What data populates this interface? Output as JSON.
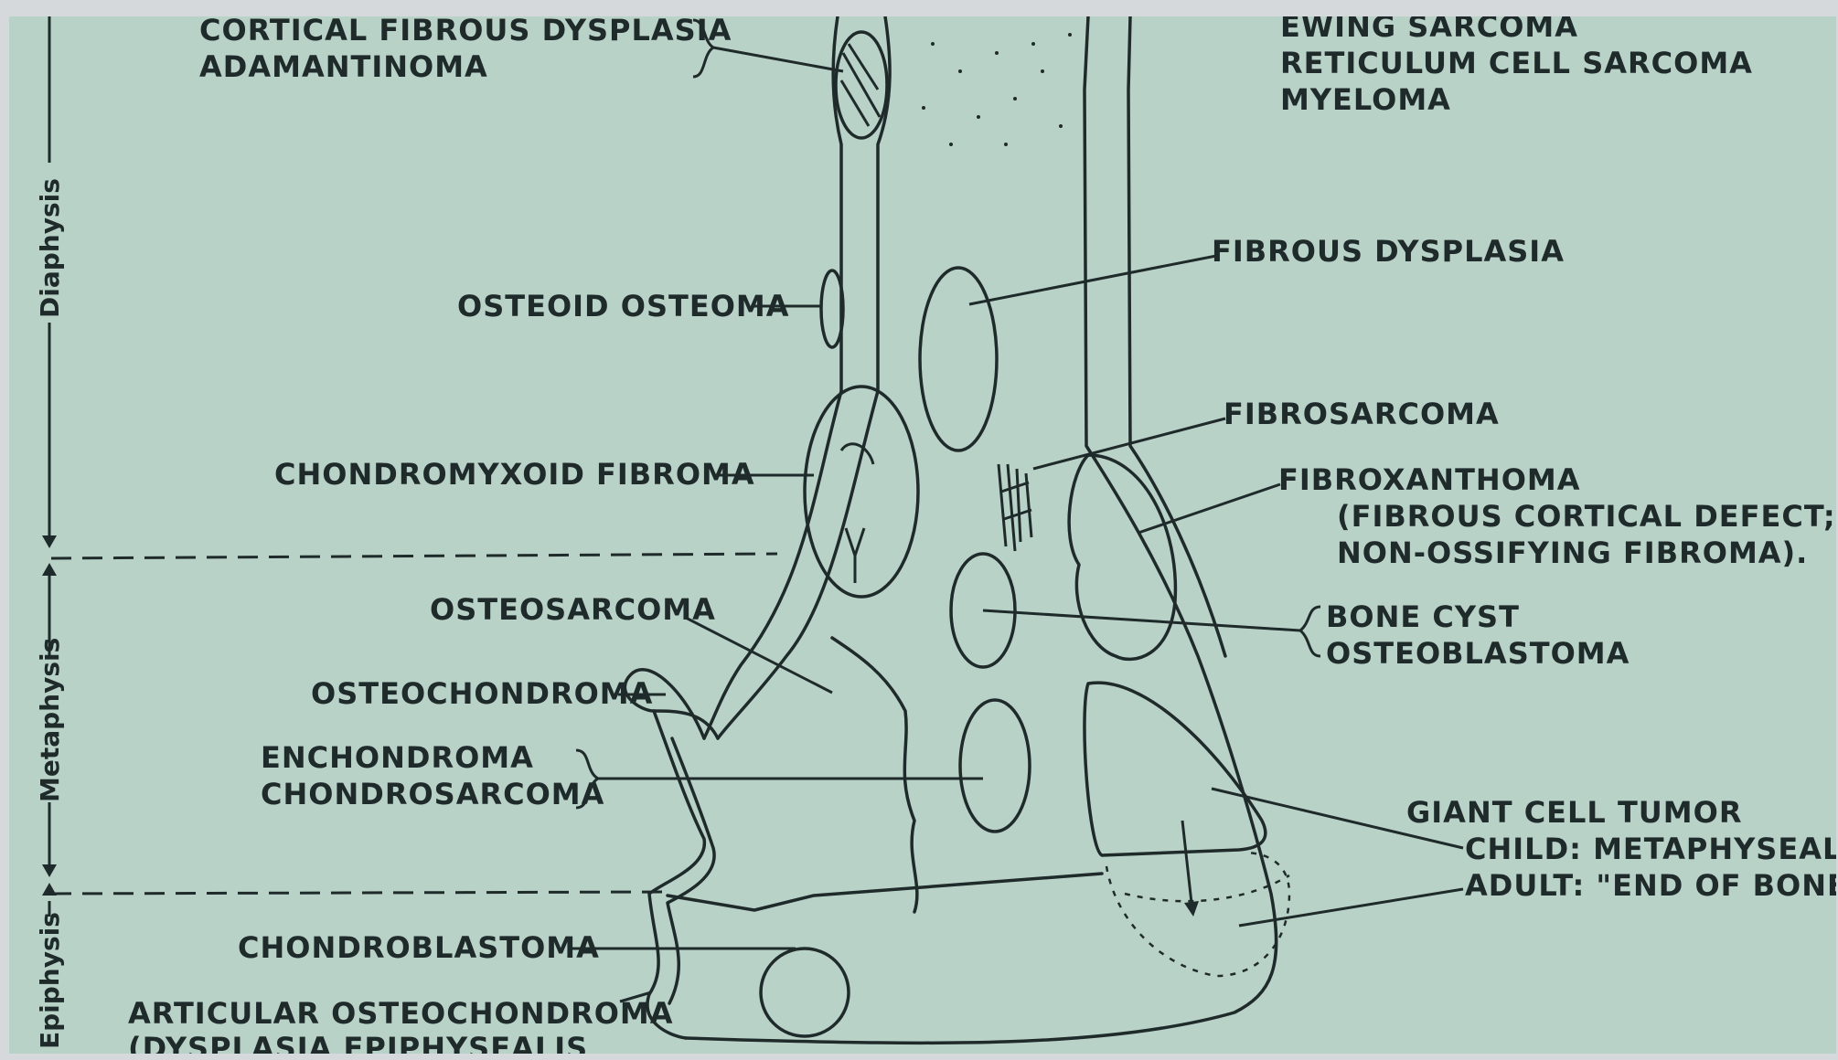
{
  "zones": {
    "diaphysis": "Diaphysis",
    "metaphysis": "Metaphysis",
    "epiphysis": "Epiphysis"
  },
  "labels_left": {
    "cortical_fibrous_dysplasia": "CORTICAL FIBROUS DYSPLASIA",
    "adamantinoma": "ADAMANTINOMA",
    "osteoid_osteoma": "OSTEOID OSTEOMA",
    "chondromyxoid_fibroma": "CHONDROMYXOID FIBROMA",
    "osteosarcoma": "OSTEOSARCOMA",
    "osteochondroma": "OSTEOCHONDROMA",
    "enchondroma": "ENCHONDROMA",
    "chondrosarcoma": "CHONDROSARCOMA",
    "chondroblastoma": "CHONDROBLASTOMA",
    "articular_osteochondroma": "ARTICULAR OSTEOCHONDROMA",
    "dysplasia_epiphysealis": "(DYSPLASIA EPIPHYSEALIS"
  },
  "labels_right": {
    "ewing_sarcoma": "EWING SARCOMA",
    "reticulum_cell_sarcoma": "RETICULUM CELL SARCOMA",
    "myeloma": "MYELOMA",
    "fibrous_dysplasia": "FIBROUS DYSPLASIA",
    "fibrosarcoma": "FIBROSARCOMA",
    "fibroxanthoma": "FIBROXANTHOMA",
    "fibrous_cortical_defect": "(FIBROUS CORTICAL DEFECT;",
    "non_ossifying_fibroma": "NON-OSSIFYING FIBROMA).",
    "bone_cyst": "BONE CYST",
    "osteoblastoma": "OSTEOBLASTOMA",
    "giant_cell_tumor": "GIANT CELL TUMOR",
    "child_metaphyseal": "CHILD:  METAPHYSEAL",
    "adult_end_of_bone": "ADULT:  \"END OF BONE\""
  }
}
